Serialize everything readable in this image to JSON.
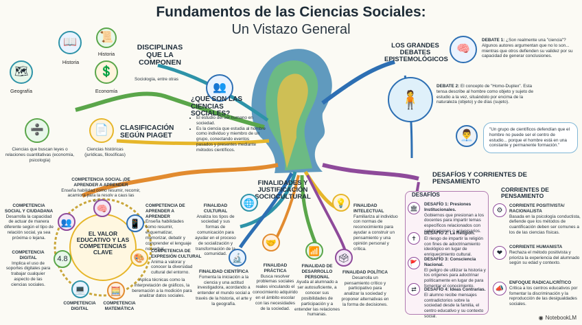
{
  "title": "Fundamentos de las Ciencias Sociales:",
  "subtitle": "Un Vistazo General",
  "colors": {
    "green": "#5aa64a",
    "teal": "#2e93a8",
    "orange": "#e28b2f",
    "purple": "#8e4a9a",
    "blue": "#2d6fb3",
    "yellow": "#e6b62a"
  },
  "disciplinas": {
    "heading": "DISCIPLINAS QUE LA COMPONEN",
    "items": [
      "Historia",
      "Historia",
      "Economía",
      "Geografía"
    ],
    "note": "Sociología, entre otras"
  },
  "que_son": {
    "heading": "¿QUÉ SON LAS CIENCIAS SOCIALES?",
    "bullets": [
      "El estudio del ser humano en sociedad.",
      "Es la ciencia que estudia al hombre como individuo y miembro de un grupo, conectando eventos pasados y presentes mediante métodos científicos."
    ]
  },
  "clasificacion": {
    "heading": "CLASIFICACIÓN SEGÚN PIAGET",
    "left": "Ciencias que buscan leyes o relaciones cuantitativas (economía, psicología)",
    "right": "Ciencias históricas (jurídicas, filosóficas)"
  },
  "debates": {
    "heading": "LOS GRANDES DEBATES EPISTEMOLÓGICOS",
    "d1_title": "DEBATE 1:",
    "d1_text": "¿Son realmente una \"ciencia\"? Algunos autores argumentan que no lo son... mientras que otros defienden su validez por su capacidad de generar conclusiones.",
    "d2_title": "DEBATE 2:",
    "d2_text": "El concepto de \"Homo-Duplex\". Esta tensa describe al hombre como objeto y sujeto de estudio a la vez, situándolo por encima de la naturaleza (objeto) y de días (sujeto).",
    "quote": "\"Un grupo de científicos defendían que el hombre no puede ser el centro de estudio... porque el hombre está en una constante y permanente formación.\""
  },
  "finalidades": {
    "heading": "FINALIDADES Y JUSTIFICACIÓN SOCIOCULTURAL",
    "cultural_t": "FINALIDAD CULTURAL",
    "cultural": "Analiza los tipos de sociedad y sus formas de comunicación para ayudar en el proceso de socialización y transformación de la comunidad.",
    "intelectual_t": "FINALIDAD INTELECTUAL",
    "intelectual": "Familiariza al individuo con normas de reconocimiento para ayudar a construir un pensamiento y una opinión personal y crítica.",
    "cientifica_t": "FINALIDAD CIENTÍFICA",
    "cientifica": "Fomenta la iniciación a la ciencia y una actitud investigadora, acordando a entender el mundo social a través de la historia, el arte y la geografía.",
    "practica_t": "FINALIDAD PRÁCTICA",
    "practica": "Busca resolver problemas sociales reales vinculando el conocimiento adquirido en el ámbito escolar con las necesidades de la sociedad.",
    "desarrollo_t": "FINALIDAD DE DESARROLLO PERSONAL",
    "desarrollo": "Ayuda al alumnado a ser autosuficiente, a conocer sus posibilidades de participación y a entender las relaciones humanas.",
    "politica_t": "FINALIDAD POLÍTICA",
    "politica": "Desarrolla un pensamiento crítico y participativo para analizar la sociedad y proponer alternativas en la forma de decisiones."
  },
  "competencias": {
    "center": "EL VALOR EDUCATIVO Y LAS COMPETENCIAS CLAVE",
    "social_t": "COMPETENCIA SOCIAL Y CIUDADANA",
    "social": "Desarrolla la capacidad de actuar de manera diferente según el tipo de relación social, ya sea próxima o lejana.",
    "aprender_top_t": "COMPETENCIA SOCIAL ¡DE APRENDER A APRENDER",
    "aprender_top": "Enseña habilidad como resumir, recomir, acamiora para la resolv a caus las coinias.",
    "aprender_t": "COMPETENCIA DE APRENDER A APRENDER",
    "aprender": "Enseña habilidades como resumir, esquematizar, memorizar, debatir y comprender el lenguaje no verbal.",
    "expresion_t": "COMPETENCIA DE EXPRESIÓN CULTURAL",
    "expresion": "Anima a valorar y conocer la diversidad cultural del entorno.",
    "tecnicas": "Aplica técnicas como la interpretación de gráficos, la beremación a la modición para analizar datos sociales.",
    "digital_t": "COMPETENCIA DIGITAL",
    "digital": "Implica el uso de soportes digitales para trabajar cualquier aspecto de las ciencias sociales.",
    "digital2": "COMPETENCIA DIGITAL",
    "matematica": "COMPETENCIA MATEMÁTICA"
  },
  "desafios": {
    "heading": "DESAFÍOS Y CORRIENTES DE PENSAMIENTO",
    "sub": "DESAFÍOS",
    "d1_t": "DESAFÍO 1: Presiones Institucionales.",
    "d1": "Gobiernos que presionan a los docentes para impartir temas específicos relacionados con celebraciones o aniversarios.",
    "d2_t": "DESAFÍO 2: La Religión.",
    "d2": "El riesgo de impartir la religión con fines de adoctrinamiento ideológico en lugar de enriquecimiento cultural.",
    "d3_t": "DESAFÍO 3: Consciencia Nacional.",
    "d3": "El peligro de utilizar la historia y los orígenes para adoctrinar políticamente en lugar de para fomentar el conocimiento.",
    "d4_t": "DESAFÍO 4: Ideas Contrarias.",
    "d4": "El alumno recibe mensajes contradictorios sobre la sociedad desde la familia, el centro educativo y su contexto social.",
    "corrientes": "CORRIENTES DE PENSAMIENTO",
    "c1_t": "CORRIENTE POSITIVISTA/ RACIONALISTA",
    "c1": "Basada en la psicología conductista, defiende que los métodos de cuantificación deben ser comunes a los de las ciencias físicas.",
    "c2_t": "CORRIENTE HUMANISTA",
    "c2": "Rechaza el método positivista y prioriza la experiencia del alumnado según su edad y contexto.",
    "c3_t": "ENFOQUE RADICAL/CRÍTICO",
    "c3": "Critica a los centros educativos por fomentar la discriminación y la reproducción de las desigualdades sociales."
  },
  "brand": "NotebookLM"
}
